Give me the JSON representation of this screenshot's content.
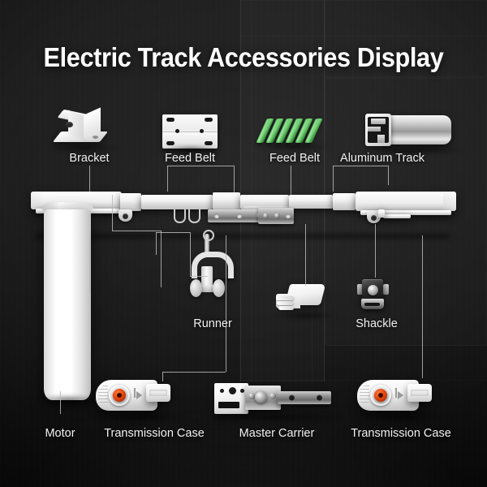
{
  "page": {
    "title": "Electric Track Accessories Display",
    "background_color": "#1e1e1e",
    "text_color": "#f2f2f2",
    "accent_color": "#e8460f",
    "belt_color": "#63c766"
  },
  "labels": {
    "bracket": "Bracket",
    "feed_belt_plate": "Feed Belt",
    "feed_belt_green": "Feed Belt",
    "aluminum_track": "Aluminum Track",
    "runner": "Runner",
    "shackle": "Shackle",
    "motor": "Motor",
    "transmission_case_left": "Transmission Case",
    "master_carrier": "Master Carrier",
    "transmission_case_right": "Transmission Case"
  },
  "parts": [
    {
      "id": "bracket",
      "name": "Bracket",
      "label": "Bracket"
    },
    {
      "id": "feed-belt-plate",
      "name": "Feed Belt",
      "label": "Feed Belt"
    },
    {
      "id": "feed-belt-green",
      "name": "Feed Belt",
      "label": "Feed Belt"
    },
    {
      "id": "aluminum-track",
      "name": "Aluminum Track",
      "label": "Aluminum Track"
    },
    {
      "id": "runner",
      "name": "Runner",
      "label": "Runner"
    },
    {
      "id": "shackle",
      "name": "Shackle",
      "label": "Shackle"
    },
    {
      "id": "motor",
      "name": "Motor",
      "label": "Motor"
    },
    {
      "id": "transmission-case-l",
      "name": "Transmission Case",
      "label": "Transmission Case"
    },
    {
      "id": "master-carrier",
      "name": "Master Carrier",
      "label": "Master Carrier"
    },
    {
      "id": "transmission-case-r",
      "name": "Transmission Case",
      "label": "Transmission Case"
    }
  ],
  "counts": {
    "feed_belt_segments": 6,
    "plate_rivets": 6,
    "runner_wheels": 2
  }
}
